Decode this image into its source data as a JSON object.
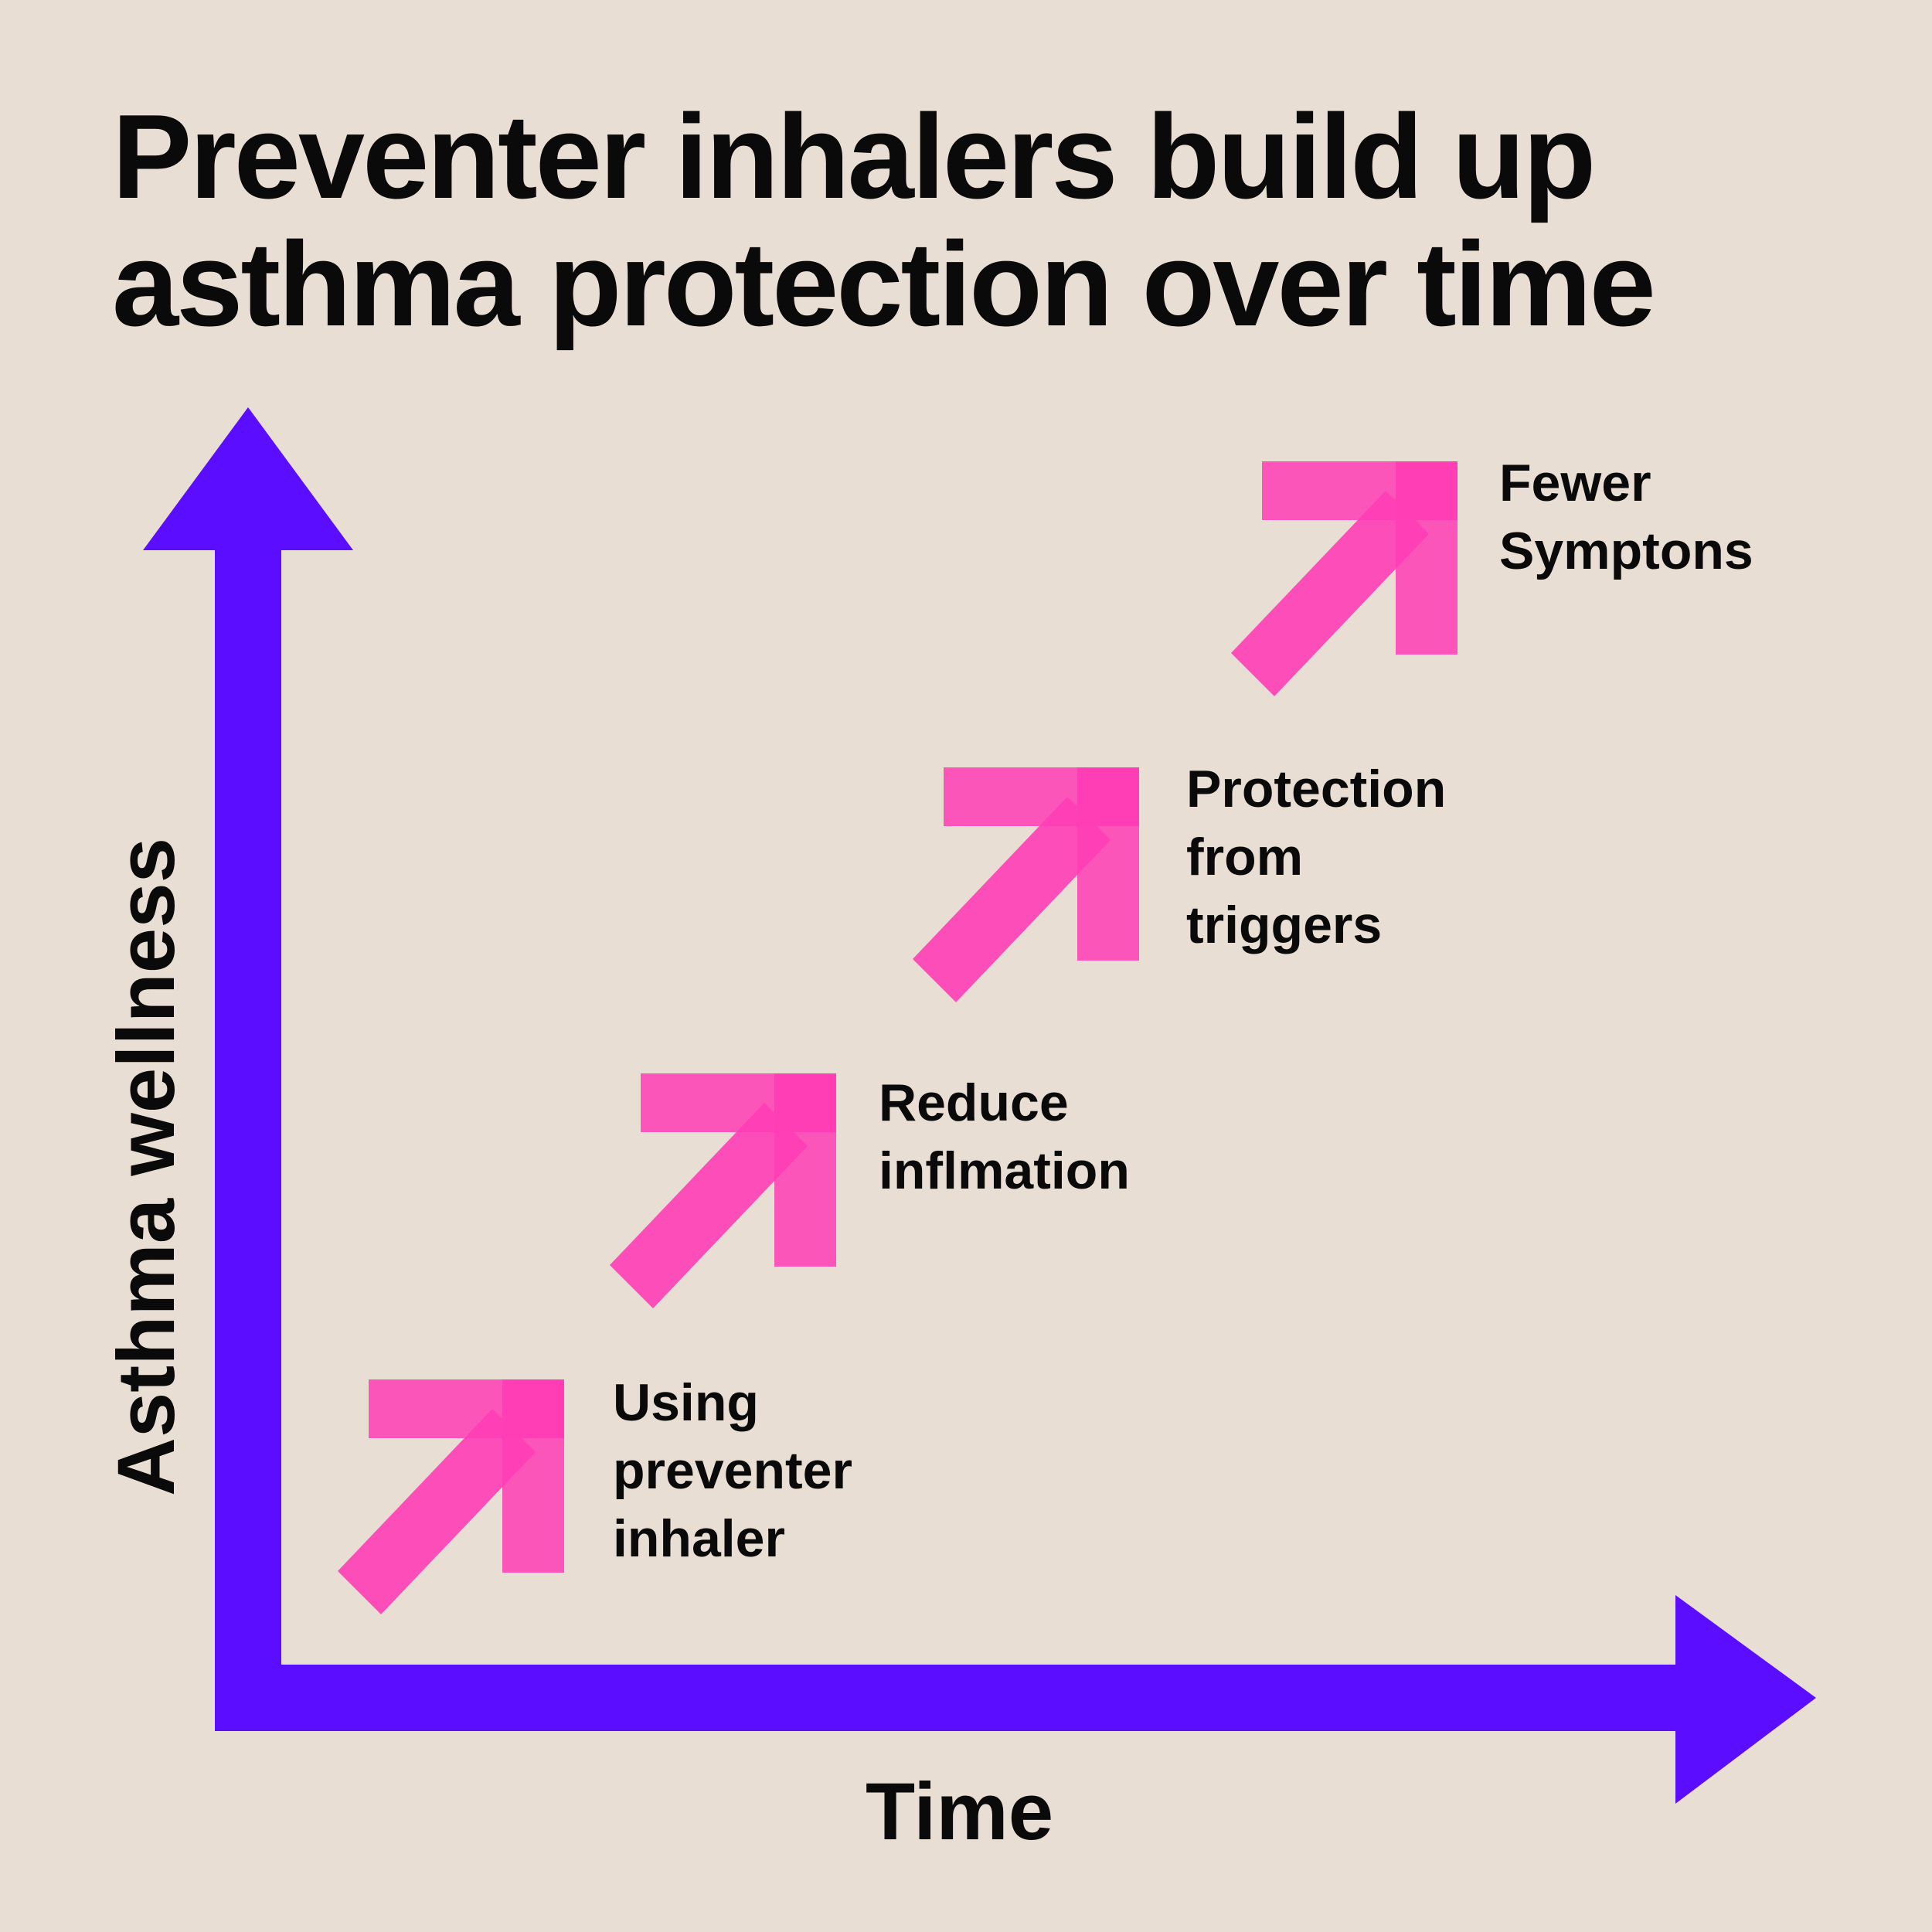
{
  "title": {
    "line1": "Preventer inhalers build up",
    "line2": "asthma protection over time"
  },
  "axes": {
    "x_label": "Time",
    "y_label": "Asthma wellness"
  },
  "colors": {
    "background": "#E9DED3",
    "axis": "#5B0EFF",
    "arrow": "#FF3DB5",
    "text": "#0A0A0A"
  },
  "steps": [
    {
      "order": 1,
      "lines": [
        "Using",
        "preventer",
        "inhaler"
      ]
    },
    {
      "order": 2,
      "lines": [
        "Reduce",
        "inflmation"
      ]
    },
    {
      "order": 3,
      "lines": [
        "Protection",
        "from",
        "triggers"
      ]
    },
    {
      "order": 4,
      "lines": [
        "Fewer",
        "Symptons"
      ]
    }
  ],
  "icons": {
    "step_arrow": "arrow-up-right-icon",
    "x_axis": "arrow-right-icon",
    "y_axis": "arrow-up-icon"
  }
}
